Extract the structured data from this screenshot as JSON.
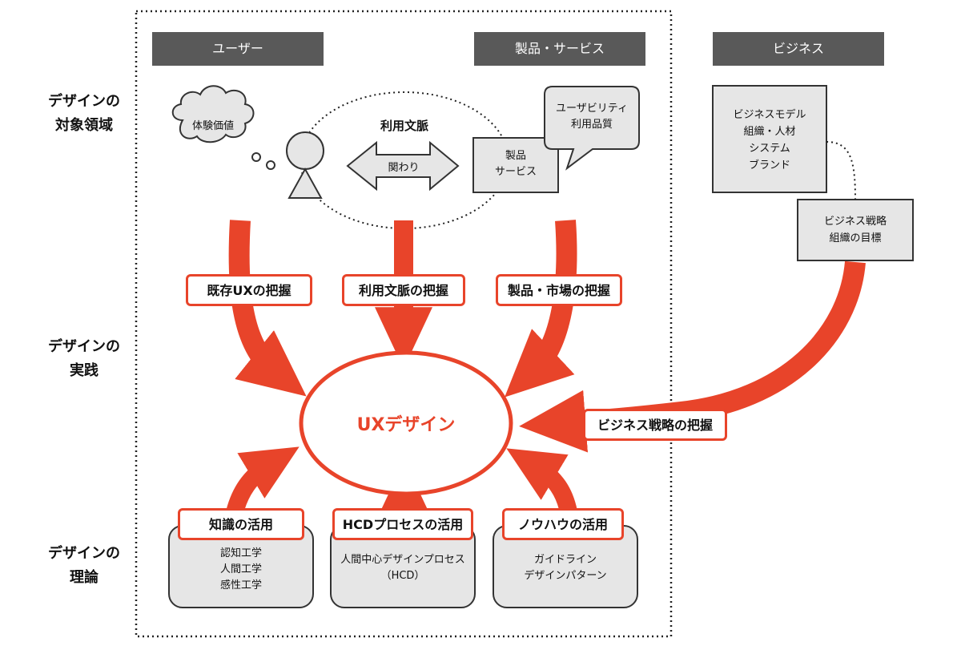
{
  "row_labels": [
    {
      "lines": [
        "デザインの",
        "対象領域"
      ]
    },
    {
      "lines": [
        "デザインの",
        "実践"
      ]
    },
    {
      "lines": [
        "デザインの",
        "理論"
      ]
    }
  ],
  "columns": {
    "user": "ユーザー",
    "product": "製品・サービス",
    "business": "ビジネス"
  },
  "target_area": {
    "experience_value": "体験価値",
    "usage_context": "利用文脈",
    "relation": "関わり",
    "product_lines": [
      "製品",
      "サービス"
    ],
    "quality_lines": [
      "ユーザビリティ",
      "利用品質"
    ]
  },
  "business": {
    "box1_lines": [
      "ビジネスモデル",
      "組織・人材",
      "システム",
      "ブランド"
    ],
    "box2_lines": [
      "ビジネス戦略",
      "組織の目標"
    ]
  },
  "practice": {
    "grasp_existing_ux": "既存UXの把握",
    "grasp_usage_context": "利用文脈の把握",
    "grasp_product_market": "製品・市場の把握",
    "grasp_business_strategy": "ビジネス戦略の把握",
    "center": "UXデザイン"
  },
  "theory": [
    {
      "label": "知識の活用",
      "lines": [
        "認知工学",
        "人間工学",
        "感性工学"
      ]
    },
    {
      "label": "HCDプロセスの活用",
      "lines": [
        "人間中心デザインプロセス",
        "（HCD）"
      ]
    },
    {
      "label": "ノウハウの活用",
      "lines": [
        "ガイドライン",
        "デザインパターン"
      ]
    }
  ],
  "colors": {
    "accent": "#e8442a",
    "header_bg": "#595959",
    "box_fill": "#e6e6e6",
    "stroke": "#333333"
  }
}
